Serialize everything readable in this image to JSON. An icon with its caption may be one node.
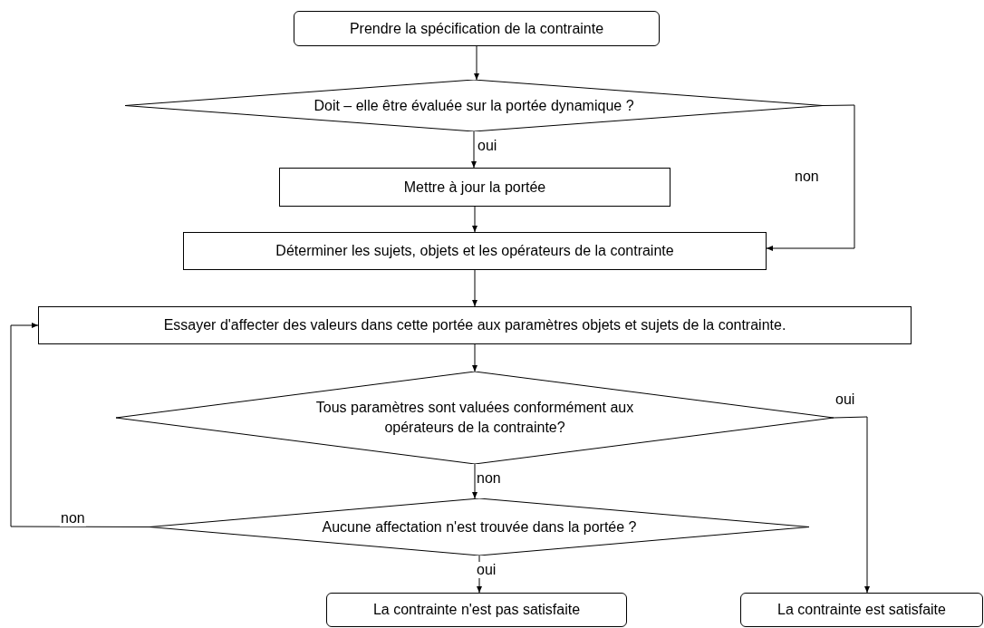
{
  "diagram": {
    "nodes": [
      {
        "text": [
          "Prendre la spécification de la contrainte"
        ]
      },
      {
        "text": [
          "Doit – elle être évaluée sur la portée dynamique ?"
        ]
      },
      {
        "text": [
          "Mettre à jour la portée"
        ]
      },
      {
        "text": [
          "Déterminer les sujets, objets et les opérateurs de la contrainte"
        ]
      },
      {
        "text": [
          "Essayer d'affecter des valeurs dans cette portée aux paramètres objets et sujets de la contrainte."
        ]
      },
      {
        "text": [
          "Tous paramètres sont valuées conformément aux opérateurs de la contrainte?"
        ]
      },
      {
        "text": [
          "Aucune affectation n'est trouvée dans la portée ?"
        ]
      },
      {
        "text": [
          "La contrainte n'est pas satisfaite"
        ]
      },
      {
        "text": [
          "La contrainte est satisfaite"
        ]
      }
    ],
    "edges": [
      {
        "from": 0,
        "to": 1,
        "arrow": "to"
      },
      {
        "from": 1,
        "to": 2,
        "arrow": "to",
        "label": "oui"
      },
      {
        "from": 1,
        "to": 3,
        "arrow": "to",
        "label": "non"
      },
      {
        "from": 2,
        "to": 3,
        "arrow": "to"
      },
      {
        "from": 3,
        "to": 4,
        "arrow": "to"
      },
      {
        "from": 4,
        "to": 5,
        "arrow": "to"
      },
      {
        "from": 5,
        "to": 8,
        "arrow": "to",
        "label": "oui"
      },
      {
        "from": 5,
        "to": 6,
        "arrow": "to",
        "label": "non"
      },
      {
        "from": 6,
        "to": 4,
        "arrow": "to",
        "label": "non"
      },
      {
        "from": 6,
        "to": 7,
        "arrow": "to",
        "label": "oui"
      }
    ]
  }
}
